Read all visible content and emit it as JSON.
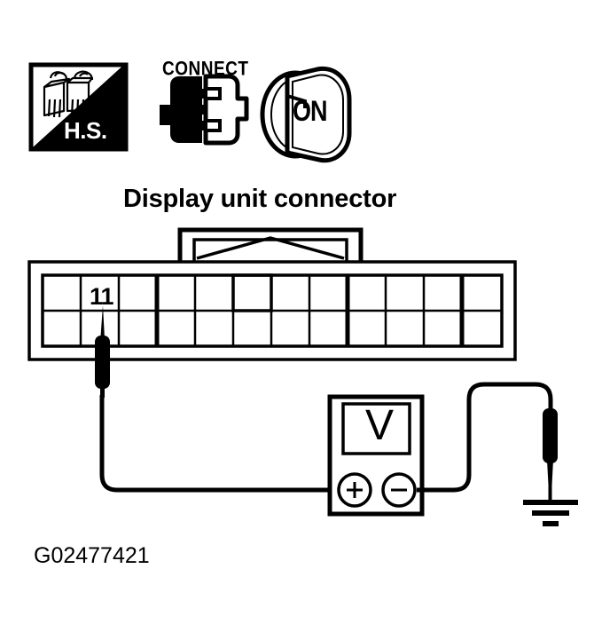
{
  "figure": {
    "id_label": "G02477421",
    "title": "Display unit connector",
    "domain": "automotive-service-diagram",
    "background_color": "#ffffff",
    "line_color": "#000000"
  },
  "icons": {
    "hand_symbol": {
      "name": "hs-icon",
      "label": "H.S.",
      "meaning": "hand-symbol-inspection",
      "fill_color": "#000000",
      "text_color": "#ffffff"
    },
    "connect": {
      "name": "connect-icon",
      "label": "CONNECT",
      "meaning": "connector-must-be-connected",
      "fill_color": "#000000"
    },
    "ignition": {
      "name": "ignition-key-icon",
      "label": "ON",
      "meaning": "ignition-switch-on",
      "fill_color": "#000000"
    }
  },
  "connector": {
    "name": "display-unit-connector",
    "rows": 2,
    "columns": 12,
    "highlighted_pin": "11",
    "latch_tab": {
      "name": "connector-latch-tab",
      "shape": "peaked"
    }
  },
  "meter": {
    "name": "voltmeter",
    "display_symbol": "V",
    "terminals": [
      {
        "name": "positive-terminal",
        "symbol": "+",
        "polarity": "positive"
      },
      {
        "name": "negative-terminal",
        "symbol": "−",
        "polarity": "negative"
      }
    ]
  },
  "probes": {
    "positive": {
      "name": "positive-test-probe",
      "connected_to": "pin-11"
    },
    "negative": {
      "name": "negative-test-probe",
      "connected_to": "ground"
    }
  },
  "ground": {
    "name": "chassis-ground-symbol",
    "bars": 3
  }
}
